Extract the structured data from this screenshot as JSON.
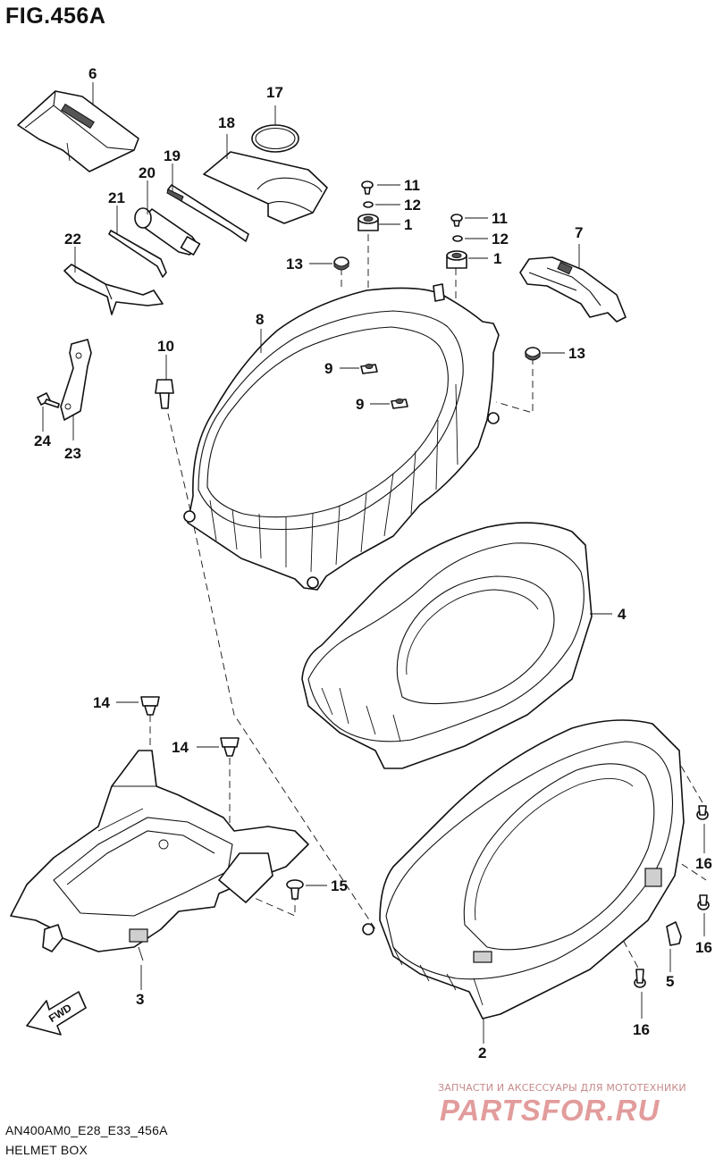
{
  "figure": {
    "title": "FIG.456A",
    "model_code": "AN400AM0_E28_E33_456A",
    "caption": "HELMET BOX"
  },
  "callouts": [
    "1",
    "1",
    "2",
    "3",
    "4",
    "5",
    "6",
    "7",
    "8",
    "9",
    "9",
    "10",
    "11",
    "11",
    "12",
    "12",
    "13",
    "13",
    "14",
    "14",
    "15",
    "16",
    "16",
    "16",
    "17",
    "18",
    "19",
    "20",
    "21",
    "22",
    "23",
    "24"
  ],
  "fwd_label": "FWD",
  "watermark": {
    "tagline": "ЗАПЧАСТИ И АКСЕССУАРЫ ДЛЯ МОТОТЕХНИКИ",
    "logo": "PARTSFOR.RU"
  }
}
